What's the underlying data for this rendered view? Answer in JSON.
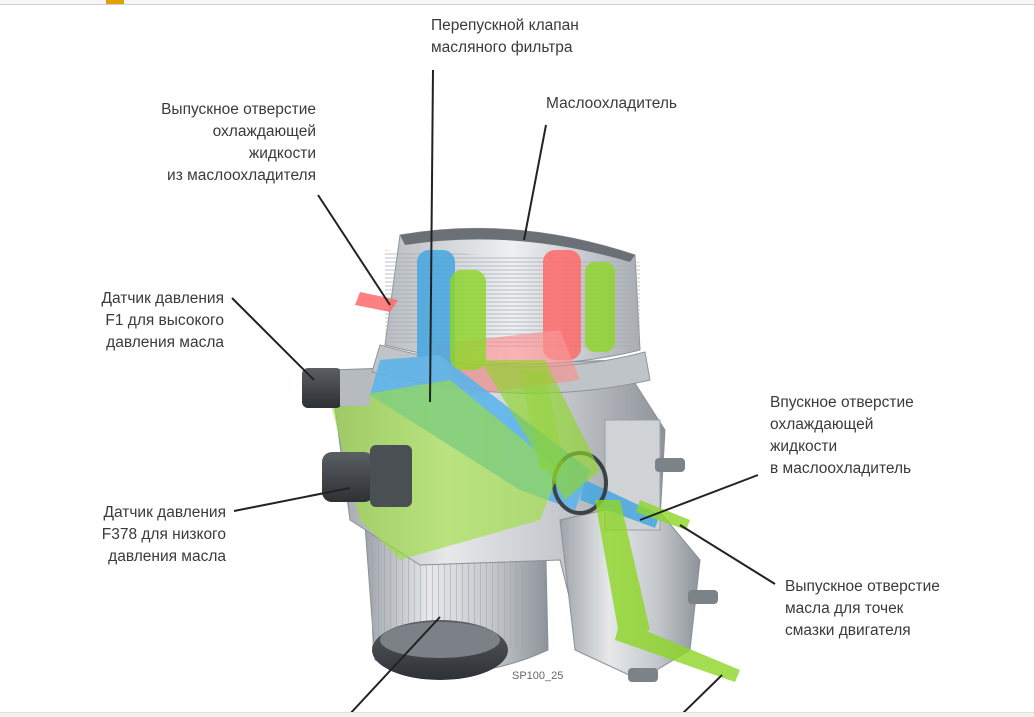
{
  "labels": {
    "bypass_valve": "Перепускной клапан\nмасляного фильтра",
    "oil_cooler": "Маслоохладитель",
    "coolant_outlet": "Выпускное отверстие\nохлаждающей\nжидкости\nиз маслоохладителя",
    "sensor_f1": "Датчик давления\nF1 для высокого\nдавления масла",
    "sensor_f378": "Датчик давления\nF378 для низкого\nдавления масла",
    "coolant_inlet": "Впускное отверстие\nохлаждающей\nжидкости\nв маслоохладитель",
    "oil_outlet": "Выпускное отверстие\nмасла для точек\nсмазки двигателя"
  },
  "figure_code": "SP100_25",
  "colors": {
    "coolant_cold": "#4aa8e0",
    "coolant_hot": "#ff6a6a",
    "oil": "#8fd62a",
    "metal": "#c8ccd0",
    "text": "#3a3a3a"
  }
}
